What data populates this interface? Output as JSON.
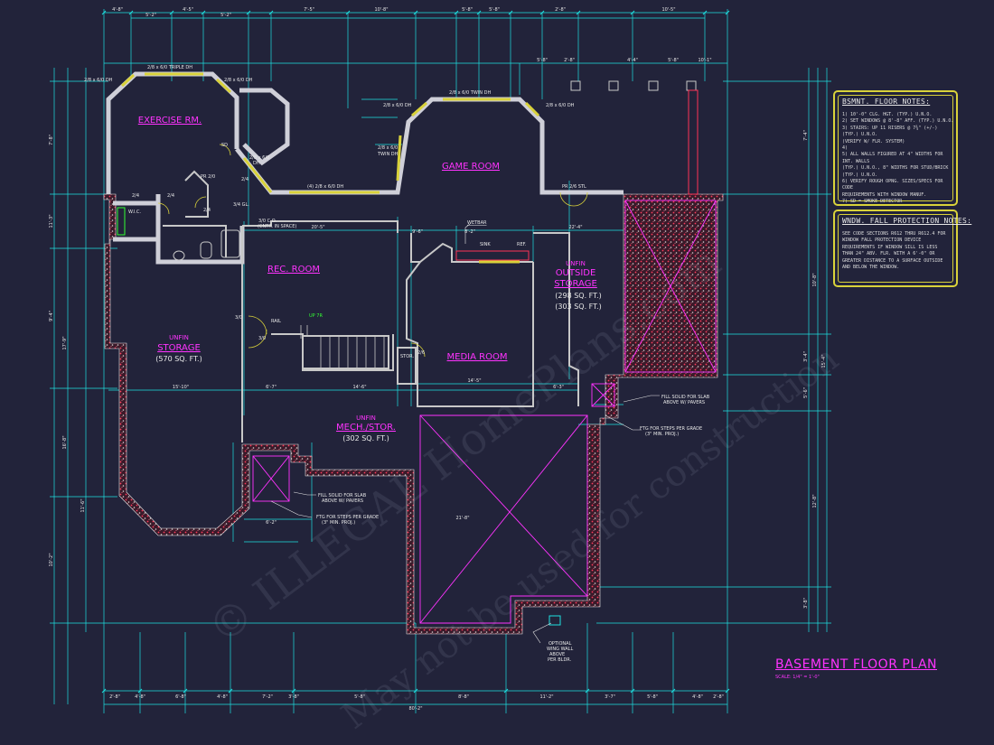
{
  "title": "BASEMENT FLOOR PLAN",
  "scale": "SCALE: 1/4\" = 1'-0\"",
  "watermark": {
    "line1": "© ILLEGAL HomePlans.com",
    "line2": "May not be used for construction"
  },
  "rooms": {
    "exercise": "EXERCISE RM.",
    "game": "GAME ROOM",
    "rec": "REC. ROOM",
    "unfin_storage": "UNFIN",
    "storage_word": "STORAGE",
    "storage_area": "(570 SQ. FT.)",
    "outside_unfin": "UNFIN",
    "outside_word": "OUTSIDE",
    "outside_storage": "STORAGE",
    "outside_area1": "(298 SQ. FT.)",
    "outside_area2": "(303 SQ. FT.)",
    "media": "MEDIA ROOM",
    "mech_unfin": "UNFIN",
    "mech": "MECH./STOR.",
    "mech_area": "(302 SQ. FT.)",
    "wic": "W.I.C.",
    "stor": "STOR.",
    "pr": "PR",
    "wetbar": "WETBAR",
    "sink": "SINK",
    "ref": "REF."
  },
  "labels": {
    "triple_dh": "2/8 x 6/0 TRIPLE DH",
    "dh_left": "2/8 x 6/0 DH",
    "dh_right": "2/8 x 6/0 DH",
    "twin_dh_top": "2/8 x 6/0 TWIN DH",
    "dh_game_left": "2/8 x 6/0 DH",
    "dh_game_right": "2/8 x 6/0 DH",
    "twin_dh_side1": "2/8 x 6/0",
    "twin_dh_side2": "TWIN DH",
    "four_dh": "(4) 2/8 x 6/0 DH",
    "dh_corner1": "2/8 x 6/0",
    "dh_corner2": "DH",
    "pr_stl": "PR 2/6 STL",
    "pr210": "PR 2/0",
    "co1": "3/0 C.O.",
    "co2": "(CNTR. IN SPACE)",
    "door_3_4": "3/4 GL.",
    "rail": "RAIL",
    "up": "UP 7R",
    "fill_slab1a": "FILL SOLID FOR SLAB",
    "fill_slab1b": "ABOVE W/ PAVERS",
    "ftg1a": "FTG FOR STEPS PER GRADE",
    "ftg1b": "(3\" MIN. PROJ.)",
    "fill_slab2a": "FILL SOLID FOR SLAB",
    "fill_slab2b": "ABOVE W/ PAVERS",
    "ftg2a": "FTG FOR STEPS PER GRADE",
    "ftg2b": "(3\" MIN. PROJ.)",
    "wing1": "OPTIONAL",
    "wing2": "WING WALL",
    "wing3": "ABOVE",
    "wing4": "PER BLDR.",
    "door_3_0a": "3/0",
    "door_3_0b": "3/0",
    "door_2_4a": "2/4",
    "door_2_4b": "2/4",
    "door_2_4c": "2/4",
    "door_2_6": "2/6",
    "door_2_4d": "2/4",
    "sd": "SD"
  },
  "notes_box": {
    "title": "BSMNT. FLOOR NOTES:",
    "items": [
      "1) 10'-0\" CLG. HGT. (TYP.) U.N.O.",
      "2) SET WINDOWS @ 8'-8\" AFF. (TYP.) U.N.O.",
      "3) STAIRS: UP 11 RISERS @ 7¾\" (+/-) (TYP.) U.N.O.",
      "   (VERIFY W/ FLR. SYSTEM)",
      "4)",
      "5) ALL WALLS FIGURED AT 4\" WIDTHS FOR INT. WALLS",
      "   (TYP.) U.N.O., 8\" WIDTHS FOR STUD/BRICK",
      "   (TYP.) U.N.O.",
      "6) VERIFY ROUGH OPNG. SIZES/SPECS FOR CODE",
      "   REQUIREMENTS WITH WINDOW MANUF.",
      "7) SD = SMOKE DETECTOR"
    ]
  },
  "window_box": {
    "title": "WNDW. FALL PROTECTION NOTES:",
    "text": "SEE CODE SECTIONS R612 THRU R612.4 FOR WINDOW FALL PROTECTION DEVICE REQUIREMENTS IF WINDOW SILL IS LESS THAN 24\" ABV. FLR. WITH A 6'-0\" OR GREATER DISTANCE TO A SURFACE OUTSIDE AND BELOW THE WINDOW."
  },
  "dims": {
    "top_outer": [
      "4'-8\"",
      "4'-5\"",
      "7'-5\"",
      "10'-8\"",
      "5'-8\"",
      "5'-8\"",
      "2'-8\"",
      "10'-5\""
    ],
    "top_inner": [
      "5'-2\"",
      "5'-2\"",
      "5'-8\"",
      "2'-8\"",
      "4'-4\"",
      "5'-8\"",
      "10'-1\""
    ],
    "bottom": [
      "2'-8\"",
      "4'-8\"",
      "6'-8\"",
      "4'-8\"",
      "7'-2\"",
      "3'-8\"",
      "5'-8\"",
      "8'-8\"",
      "11'-2\"",
      "3'-7\"",
      "5'-8\"",
      "4'-8\"",
      "2'-8\""
    ],
    "overall": "80'-2\"",
    "left": [
      "7'-8\"",
      "11'-3\"",
      "9'-4\"",
      "16'-8\"",
      "17'-9\"",
      "10'-2\"",
      "11'-6\""
    ],
    "right": [
      "7'-4\"",
      "10'-8\"",
      "3'-4\"",
      "5'-6\"",
      "15'-4\"",
      "12'-8\"",
      "3'-8\""
    ],
    "interior": [
      "20'-5\"",
      "22'-4\"",
      "15'-10\"",
      "6'-7\"",
      "14'-6\"",
      "14'-5\"",
      "6'-2\"",
      "21'-8\"",
      "6'-3\"",
      "9'-6\"",
      "8'-2\""
    ]
  },
  "colors": {
    "background": "#22233a",
    "dimension": "#1ee0e0",
    "wall": "#c8c8c8",
    "label": "#ff33ff",
    "window": "#d9d23a",
    "foundation": "#ff3355"
  }
}
